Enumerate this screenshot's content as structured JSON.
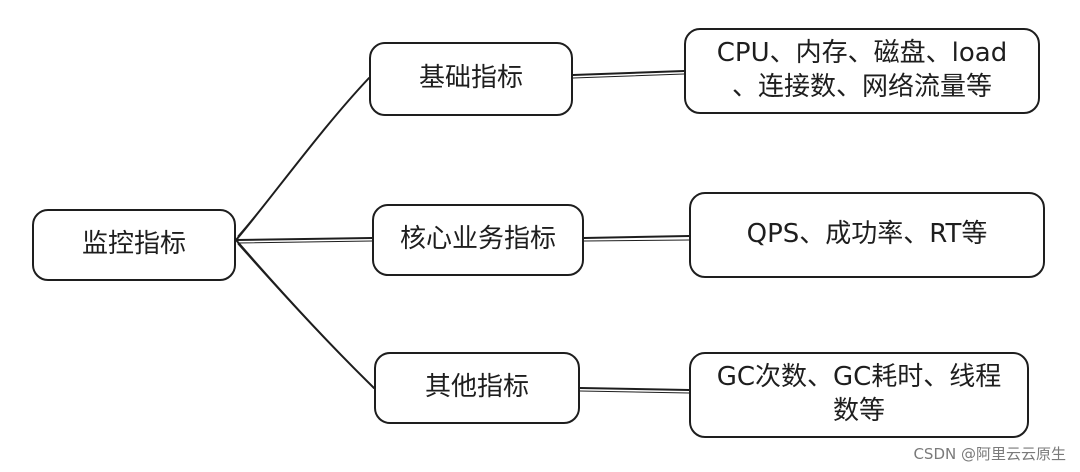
{
  "diagram": {
    "root": {
      "label": "监控指标"
    },
    "branches": [
      {
        "label": "基础指标",
        "detail_lines": [
          "CPU、内存、磁盘、load",
          "、连接数、网络流量等"
        ]
      },
      {
        "label": "核心业务指标",
        "detail_lines": [
          "QPS、成功率、RT等"
        ]
      },
      {
        "label": "其他指标",
        "detail_lines": [
          "GC次数、GC耗时、线程",
          "数等"
        ]
      }
    ],
    "stroke_color": "#1e1e1e"
  },
  "watermark": "CSDN @阿里云云原生"
}
